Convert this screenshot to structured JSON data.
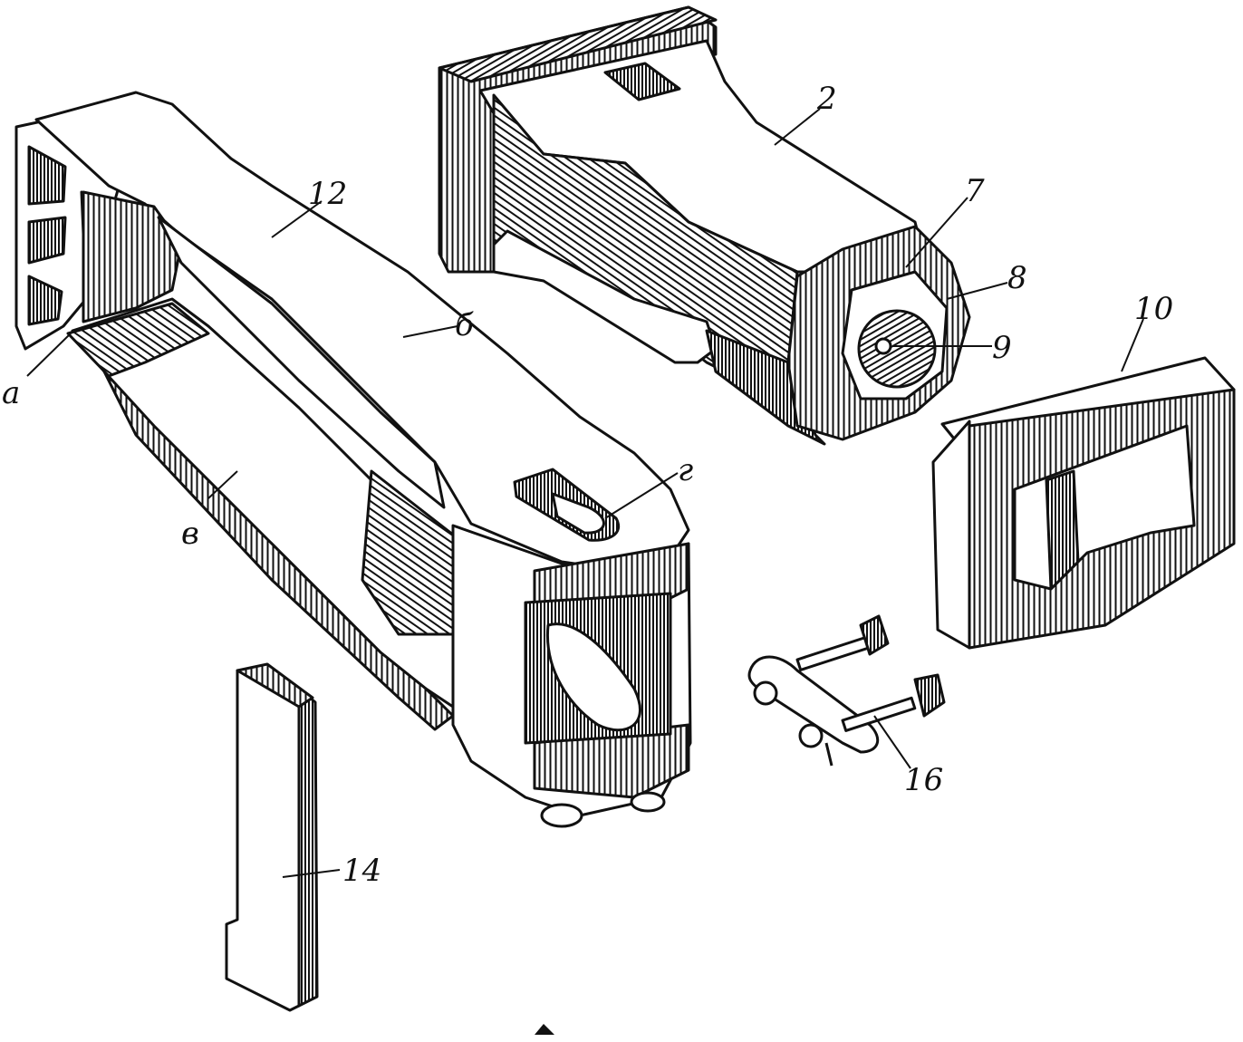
{
  "figure": {
    "parts": [
      {
        "id": "frame",
        "label": "12"
      },
      {
        "id": "frame-end",
        "label": "a"
      },
      {
        "id": "frame-top-face",
        "label": "б"
      },
      {
        "id": "frame-bottom-face",
        "label": "в"
      },
      {
        "id": "frame-slot",
        "label": "г"
      },
      {
        "id": "coupler-head",
        "label": "2"
      },
      {
        "id": "coupler-part-7",
        "label": "7"
      },
      {
        "id": "coupler-part-8",
        "label": "8"
      },
      {
        "id": "coupler-part-9",
        "label": "9"
      },
      {
        "id": "stop-plate",
        "label": "10"
      },
      {
        "id": "wedge",
        "label": "14"
      },
      {
        "id": "bolt-set",
        "label": "16"
      }
    ]
  },
  "colors": {
    "ink": "#111111",
    "paper": "#ffffff"
  }
}
